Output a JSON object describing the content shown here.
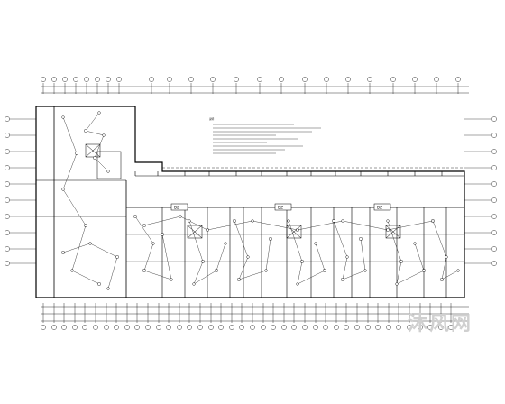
{
  "drawing": {
    "plan_title": "",
    "note_heading": "说明",
    "note_lines": [
      "",
      "",
      "",
      "",
      "",
      "",
      "",
      "",
      "",
      ""
    ],
    "corridor_label": "",
    "unit_labels": [
      "DZ",
      "DZ",
      "DZ"
    ],
    "watermark": "沐风网"
  },
  "colors": {
    "line": "#000000",
    "wall": "#000000",
    "wire": "#333333",
    "background": "#ffffff"
  }
}
